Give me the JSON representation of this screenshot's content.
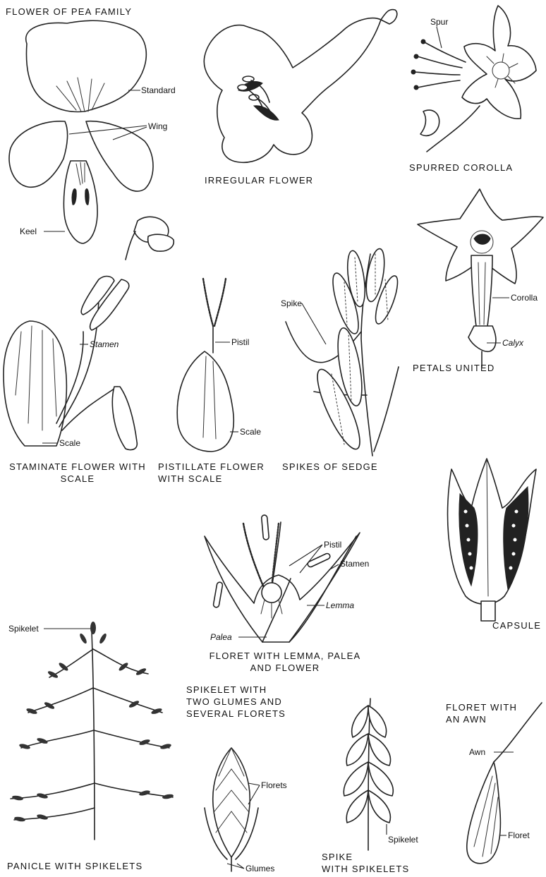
{
  "captions": {
    "pea_family": "FLOWER OF PEA FAMILY",
    "irregular": "IRREGULAR FLOWER",
    "spurred": "SPURRED COROLLA",
    "petals_united": "PETALS UNITED",
    "staminate_1": "STAMINATE FLOWER WITH",
    "staminate_2": "SCALE",
    "pistillate_1": "PISTILLATE FLOWER",
    "pistillate_2": "WITH SCALE",
    "spikes_sedge": "SPIKES OF SEDGE",
    "capsule": "CAPSULE",
    "floret_1": "FLORET WITH LEMMA, PALEA",
    "floret_2": "AND FLOWER",
    "spikelet_glumes_1": "SPIKELET WITH",
    "spikelet_glumes_2": "TWO GLUMES AND",
    "spikelet_glumes_3": "SEVERAL FLORETS",
    "floret_awn_1": "FLORET WITH",
    "floret_awn_2": "AN AWN",
    "panicle": "PANICLE WITH SPIKELETS",
    "spike_1": "SPIKE",
    "spike_2": "WITH SPIKELETS"
  },
  "labels": {
    "standard": "Standard",
    "wing": "Wing",
    "keel": "Keel",
    "spur": "Spur",
    "corolla": "Corolla",
    "calyx": "Calyx",
    "stamen_staminate": "Stamen",
    "scale_staminate": "Scale",
    "pistil_pistillate": "Pistil",
    "scale_pistillate": "Scale",
    "spike": "Spike",
    "pistil_floret": "Pistil",
    "stamen_floret": "Stamen",
    "lemma": "Lemma",
    "palea": "Palea",
    "spikelet_panicle": "Spikelet",
    "florets": "Florets",
    "glumes": "Glumes",
    "spikelet_spike": "Spikelet",
    "awn": "Awn",
    "floret": "Floret"
  }
}
